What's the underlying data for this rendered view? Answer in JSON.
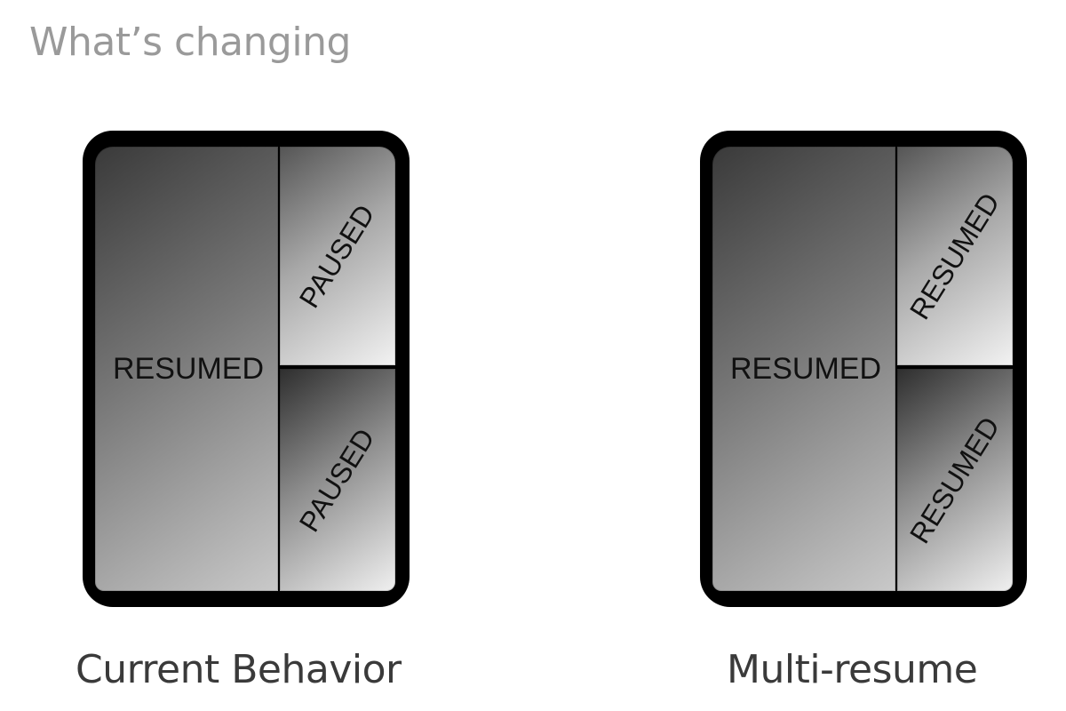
{
  "title": "What’s changing",
  "diagrams": [
    {
      "caption": "Current Behavior",
      "main_label": "RESUMED",
      "top_label": "PAUSED",
      "bottom_label": "PAUSED"
    },
    {
      "caption": "Multi-resume",
      "main_label": "RESUMED",
      "top_label": "RESUMED",
      "bottom_label": "RESUMED"
    }
  ]
}
